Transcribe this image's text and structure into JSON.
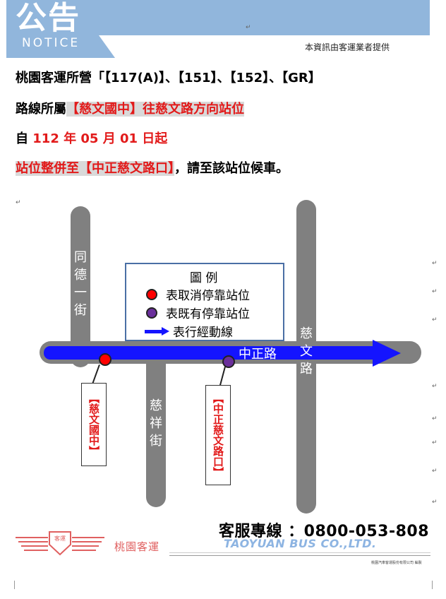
{
  "header": {
    "title": "公告",
    "subtitle": "NOTICE",
    "provider_note": "本資訊由客運業者提供"
  },
  "announcement": {
    "line1": "桃園客運所營「【117(A)】、【151】、【152】、【GR】",
    "line2_prefix": "路線所屬",
    "line2_highlight": "【慈文國中】往慈文路方向站位",
    "line3_prefix": "自 ",
    "line3_date": "112 年 05 月 01 日起",
    "line4_highlight": "站位整併至【中正慈文路口】",
    "line4_suffix": "，請至該站位候車。"
  },
  "map": {
    "roads": {
      "tongde": "同德一街",
      "ciwen_road": "慈文路",
      "cixiang": "慈祥街",
      "zhongzheng": "中正路"
    },
    "legend": {
      "title": "圖 例",
      "cancelled": "表取消停靠站位",
      "existing": "表既有停靠站位",
      "route": "表行經動線"
    },
    "stops": {
      "cancelled_stop": "【慈文國中】",
      "existing_stop": "【中正慈文路口】"
    },
    "colors": {
      "cancelled": "#ff0000",
      "existing": "#6a2f9b",
      "route": "#1414ff",
      "road": "#808080"
    }
  },
  "footer": {
    "logo_icon": "taoyuan-bus-winged-logo",
    "logo_text": "客運",
    "company": "桃園客運",
    "hotline": "客服專線 ：0800-053-808",
    "english_name": "TAOYUAN BUS CO.,LTD.",
    "legal_name": "桃園汽車客運股份有限公司 編製"
  }
}
